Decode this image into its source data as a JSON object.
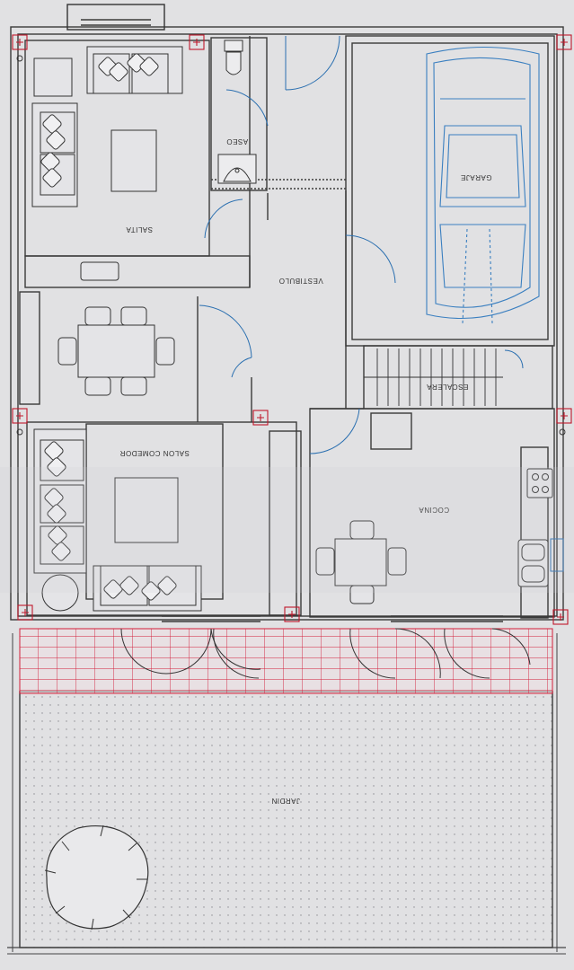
{
  "plan": {
    "rooms": {
      "salita": "SALITA",
      "aseo": "ASEO",
      "vestibulo": "VESTIBULO",
      "garaje": "GARAJE",
      "escalera": "ESCALERA",
      "salon_comedor": "SALON COMEDOR",
      "cocina": "COCINA",
      "jardin": "JARDIN"
    },
    "orientation": "upside-down",
    "colors": {
      "paper": "#dcdcdf",
      "wall": "#3a3a3a",
      "door": "#2a6fb0",
      "car": "#3a7fc0",
      "grid": "#d21e3a",
      "marker": "#c0182b"
    }
  }
}
